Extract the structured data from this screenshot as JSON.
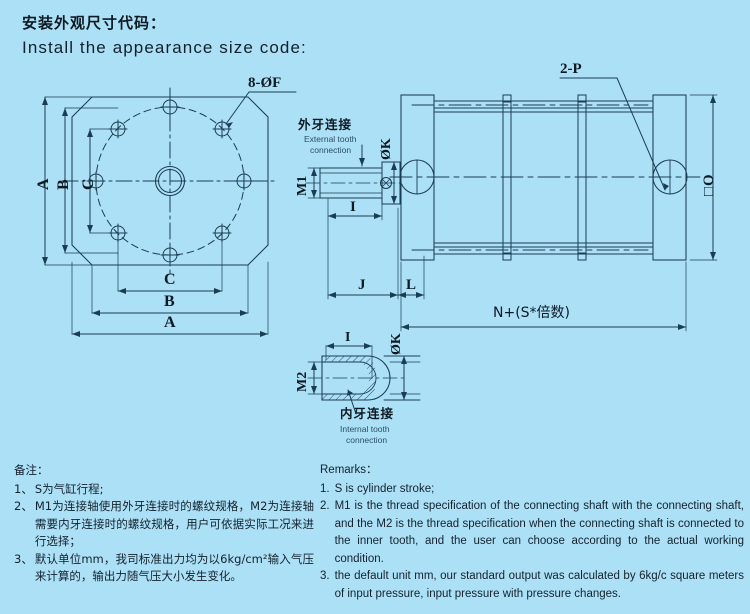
{
  "page": {
    "background_color": "#ace0f7",
    "line_color": "#1b3d52",
    "text_color": "#14222c"
  },
  "title": {
    "cn": "安装外观尺寸代码：",
    "en": "Install the appearance size code:"
  },
  "front_view": {
    "callout_bolt": "8-ØF",
    "dim_a_vertical": "A",
    "dim_b_vertical": "B",
    "dim_c_vertical": "C",
    "dim_a_horizontal": "A",
    "dim_b_horizontal": "B",
    "dim_c_horizontal": "C"
  },
  "shaft_external": {
    "title_cn": "外牙连接",
    "title_en_line1": "External tooth",
    "title_en_line2": "connection",
    "thread_label": "M1",
    "length_label": "I",
    "diameter_label": "ØK",
    "dim_j": "J",
    "dim_l": "L"
  },
  "shaft_internal": {
    "title_cn": "内牙连接",
    "title_en_line1": "Internal tooth",
    "title_en_line2": "connection",
    "thread_label": "M2",
    "length_label": "I",
    "diameter_label": "ØK"
  },
  "body_view": {
    "callout_port": "2-P",
    "dim_bore": "□O",
    "dim_length": "N+(S*倍数)"
  },
  "notes_cn": {
    "heading": "备注：",
    "items": [
      {
        "num": "1、",
        "text": "S为气缸行程;"
      },
      {
        "num": "2、",
        "text": "M1为连接轴使用外牙连接时的螺纹规格，M2为连接轴需要内牙连接时的螺纹规格，用户可依据实际工况来进行选择；"
      },
      {
        "num": "3、",
        "text": "默认单位mm，我司标准出力均为以6kg/cm²输入气压来计算的，输出力随气压大小发生变化。"
      }
    ]
  },
  "notes_en": {
    "heading": "Remarks：",
    "items": [
      {
        "num": "1.",
        "text": "S is cylinder stroke;"
      },
      {
        "num": "2.",
        "text": "M1 is the thread specification of the connecting shaft with the connecting shaft, and the M2 is the thread specification when the connecting shaft is connected to the inner tooth, and the user can choose according to the actual working condition."
      },
      {
        "num": "3.",
        "text": "the default unit mm, our standard output was calculated by 6kg/c square meters of input pressure, input pressure with pressure changes."
      }
    ]
  }
}
